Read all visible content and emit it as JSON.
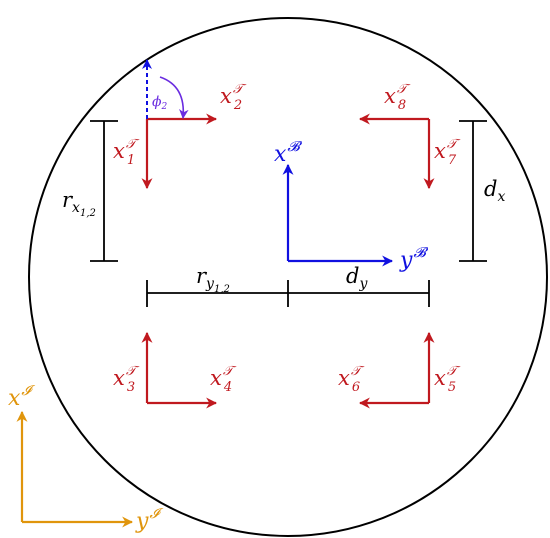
{
  "frames": {
    "body": {
      "x": "x",
      "y": "y",
      "sup": "𝓑"
    },
    "inertial": {
      "x": "x",
      "y": "y",
      "sup": "𝓘"
    }
  },
  "thrusters": [
    {
      "base": "x",
      "sup": "𝒯",
      "sub": "1"
    },
    {
      "base": "x",
      "sup": "𝒯",
      "sub": "2"
    },
    {
      "base": "x",
      "sup": "𝒯",
      "sub": "3"
    },
    {
      "base": "x",
      "sup": "𝒯",
      "sub": "4"
    },
    {
      "base": "x",
      "sup": "𝒯",
      "sub": "5"
    },
    {
      "base": "x",
      "sup": "𝒯",
      "sub": "6"
    },
    {
      "base": "x",
      "sup": "𝒯",
      "sub": "7"
    },
    {
      "base": "x",
      "sup": "𝒯",
      "sub": "8"
    }
  ],
  "dimensions": {
    "r_x": {
      "base": "r",
      "sub_base": "x",
      "sub_sub": "1,2"
    },
    "r_y": {
      "base": "r",
      "sub_base": "y",
      "sub_sub": "1,2"
    },
    "d_x": {
      "base": "d",
      "sub": "x"
    },
    "d_y": {
      "base": "d",
      "sub": "y"
    }
  },
  "angle": {
    "base": "ϕ",
    "sub": "2"
  },
  "colors": {
    "thruster": "#c0191f",
    "body_frame": "#1010e0",
    "inertial_frame": "#e0950c",
    "angle": "#6a2ce0"
  }
}
